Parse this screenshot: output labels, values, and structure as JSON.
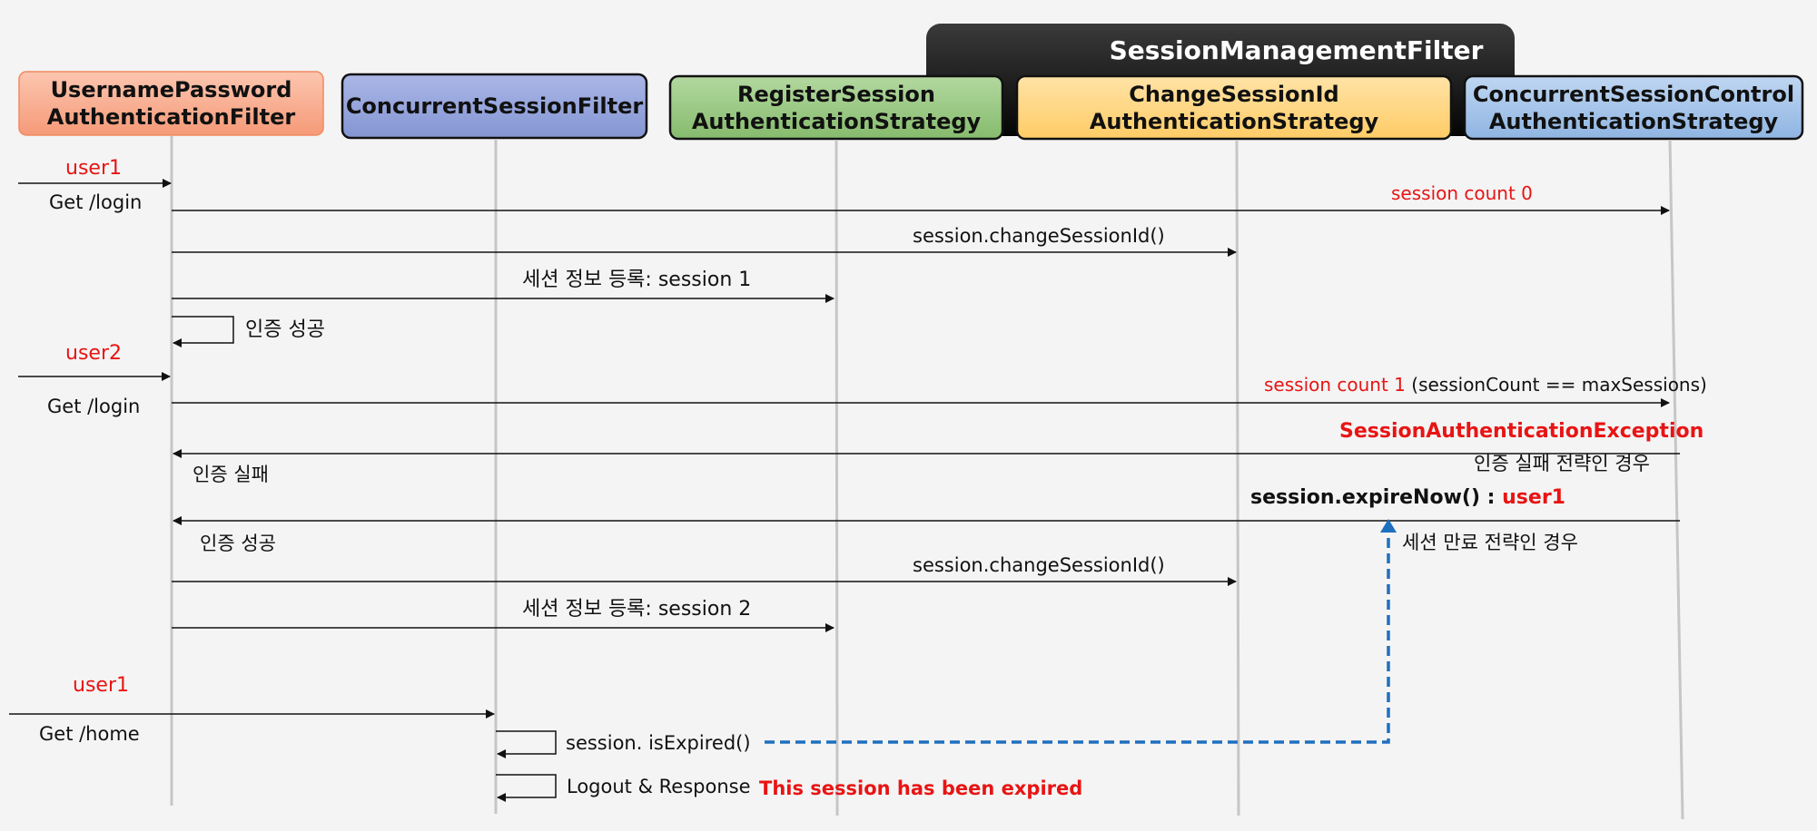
{
  "group": {
    "title": "SessionManagementFilter"
  },
  "participants": [
    {
      "id": "upaf",
      "title": "UsernamePassword\nAuthenticationFilter"
    },
    {
      "id": "csf",
      "title": "ConcurrentSessionFilter"
    },
    {
      "id": "rsas",
      "title": "RegisterSession\nAuthenticationStrategy"
    },
    {
      "id": "csias",
      "title": "ChangeSessionId\nAuthenticationStrategy"
    },
    {
      "id": "cscas",
      "title": "ConcurrentSessionControl\nAuthenticationStrategy"
    }
  ],
  "messages": {
    "user1_a": "user1",
    "get_login_a": "Get /login",
    "session_count_0": "session count 0",
    "change_id_a": "session.changeSessionId()",
    "register_a": "세션 정보 등록: session 1",
    "auth_success_self": "인증 성공",
    "user2": "user2",
    "get_login_b": "Get /login",
    "session_count_1": "session count 1",
    "session_count_cond": "(sessionCount == maxSessions)",
    "exception": "SessionAuthenticationException",
    "auth_fail": "인증 실패",
    "fail_strategy": "인증 실패 전략인 경우",
    "expire_now": "session.expireNow() : ",
    "expire_user": "user1",
    "auth_success_b": "인증 성공",
    "expire_strategy": "세션 만료 전략인 경우",
    "change_id_b": "session.changeSessionId()",
    "register_b": "세션 정보 등록: session 2",
    "user1_b": "user1",
    "get_home": "Get /home",
    "is_expired": "session. isExpired()",
    "logout": "Logout & Response",
    "expired_msg": "This session has been expired"
  },
  "colors": {
    "upaf": "#f9a98a",
    "csf": "#8e9fd8",
    "rsas": "#93c47d",
    "csias": "#ffd475",
    "cscas": "#9dbfe6",
    "group": "#111111",
    "accent_red": "#e81414",
    "dashed_blue": "#1f6fbf"
  }
}
